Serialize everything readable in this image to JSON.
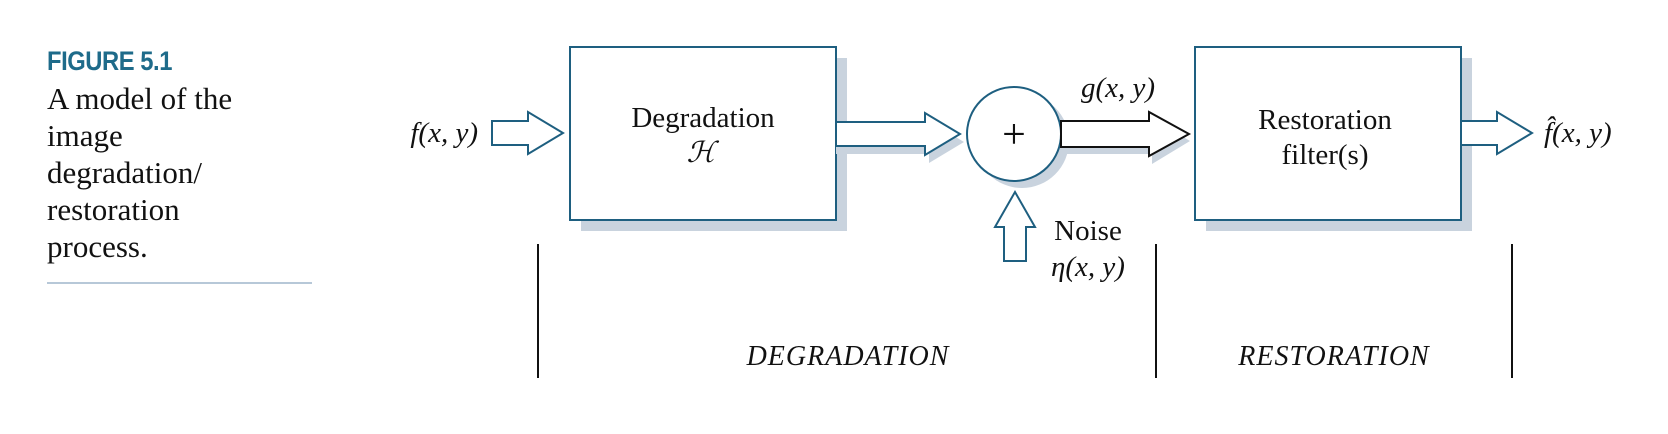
{
  "figure": {
    "label": "FIGURE 5.1",
    "caption_lines": [
      "A model of the",
      "image",
      "degradation/",
      "restoration",
      "process."
    ]
  },
  "diagram": {
    "input_label": "f(x, y)",
    "degradation_block": {
      "line1": "Degradation",
      "line2": "ℋ"
    },
    "sum_symbol": "+",
    "intermediate_label": "g(x, y)",
    "noise_label": "Noise",
    "noise_symbol": "η(x, y)",
    "restoration_block": {
      "line1": "Restoration",
      "line2": "filter(s)"
    },
    "output_label": "f̂(x, y)",
    "stage_degradation": "DEGRADATION",
    "stage_restoration": "RESTORATION"
  },
  "colors": {
    "box_stroke": "#1e5f80",
    "shadow": "#c9d3de",
    "accent": "#1e6b8a"
  }
}
